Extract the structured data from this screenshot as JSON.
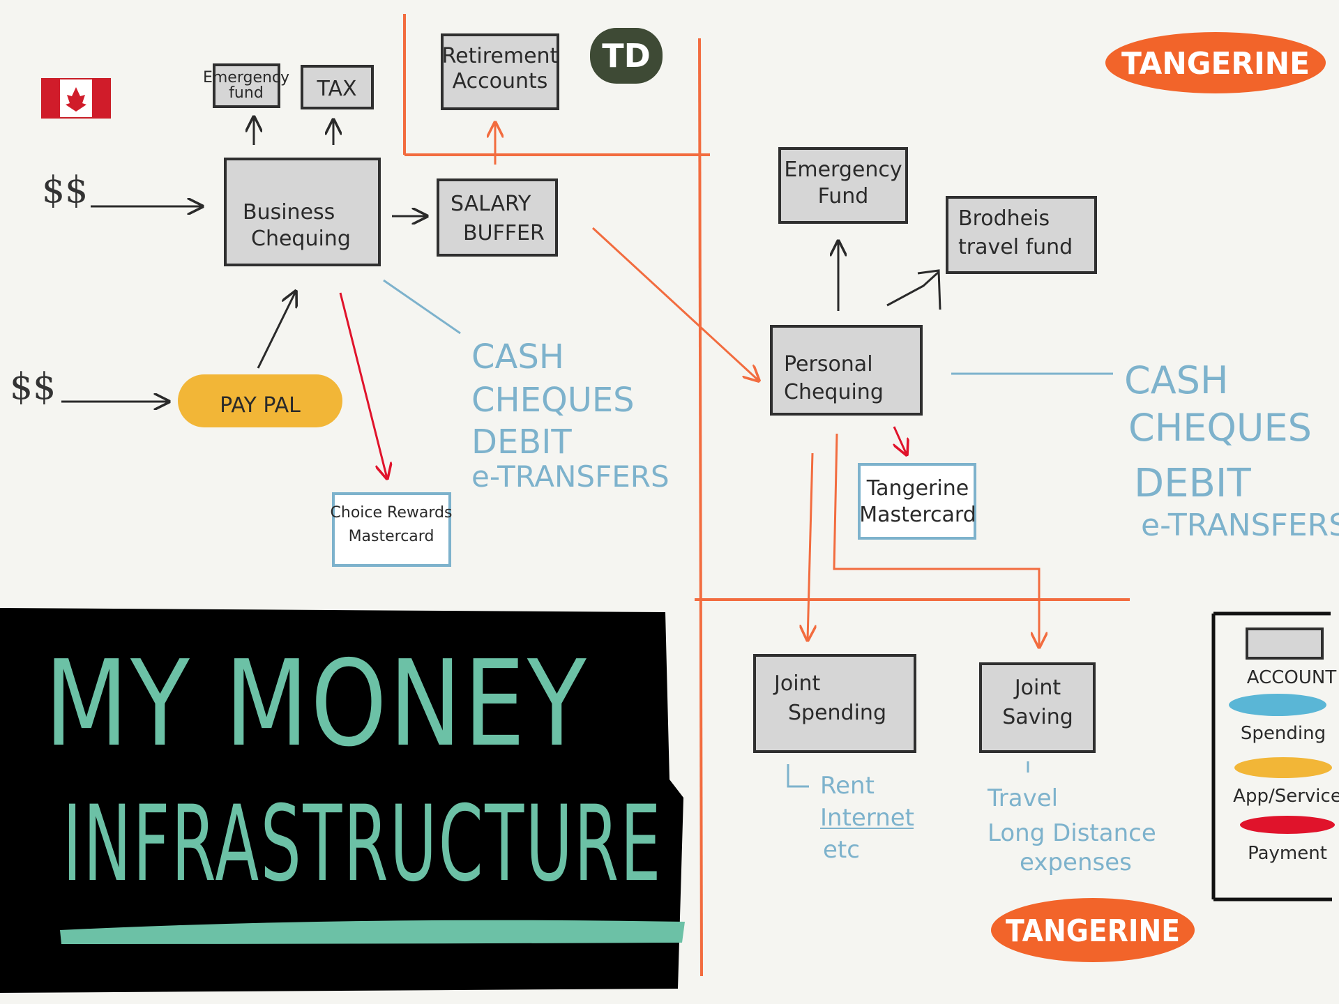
{
  "title": {
    "line1": "MY MONEY",
    "line2": "INFRASTRUCTURE"
  },
  "logos": {
    "td": "TD",
    "tangerine_top": "TANGERINE",
    "tangerine_bottom": "TANGERINE"
  },
  "inflow": {
    "top": "$$",
    "bottom": "$$"
  },
  "business_accounts": {
    "emergency_fund": {
      "line1": "Emergency",
      "line2": "fund"
    },
    "tax": "TAX",
    "business_chequing": {
      "line1": "Business",
      "line2": "Chequing"
    },
    "salary_buffer": {
      "line1": "SALARY",
      "line2": "BUFFER"
    },
    "retirement": {
      "line1": "Retirement",
      "line2": "Accounts"
    },
    "paypal": "PAY PAL",
    "choice_card": {
      "line1": "Choice Rewards",
      "line2": "Mastercard"
    }
  },
  "business_methods": [
    "CASH",
    "CHEQUES",
    "DEBIT",
    "e-TRANSFERS"
  ],
  "personal_accounts": {
    "emergency_fund": {
      "line1": "Emergency",
      "line2": "Fund"
    },
    "travel_fund": {
      "line1": "Brodheis",
      "line2": "travel fund"
    },
    "personal_chequing": {
      "line1": "Personal",
      "line2": "Chequing"
    },
    "tangerine_card": {
      "line1": "Tangerine",
      "line2": "Mastercard"
    },
    "joint_spending": {
      "line1": "Joint",
      "line2": "Spending"
    },
    "joint_saving": {
      "line1": "Joint",
      "line2": "Saving"
    }
  },
  "personal_methods": [
    "CASH",
    "CHEQUES",
    "DEBIT",
    "e-TRANSFERS"
  ],
  "joint_spending_notes": {
    "rent": "Rent",
    "internet": "Internet",
    "etc": "etc"
  },
  "joint_saving_notes": {
    "travel": "Travel",
    "long_distance": "Long Distance",
    "expenses": "expenses"
  },
  "legend": {
    "account": "ACCOUNT",
    "spending": "Spending",
    "app_service": "App/Service",
    "payment": "Payment"
  },
  "colors": {
    "account_fill": "#d6d6d6",
    "spending": "#5ab6d6",
    "app_service": "#f2b637",
    "payment": "#e0132b",
    "orange_line": "#f26c3f",
    "title_text": "#6cc1a6",
    "tangerine": "#f2642a",
    "td_badge": "#3e4a35"
  }
}
